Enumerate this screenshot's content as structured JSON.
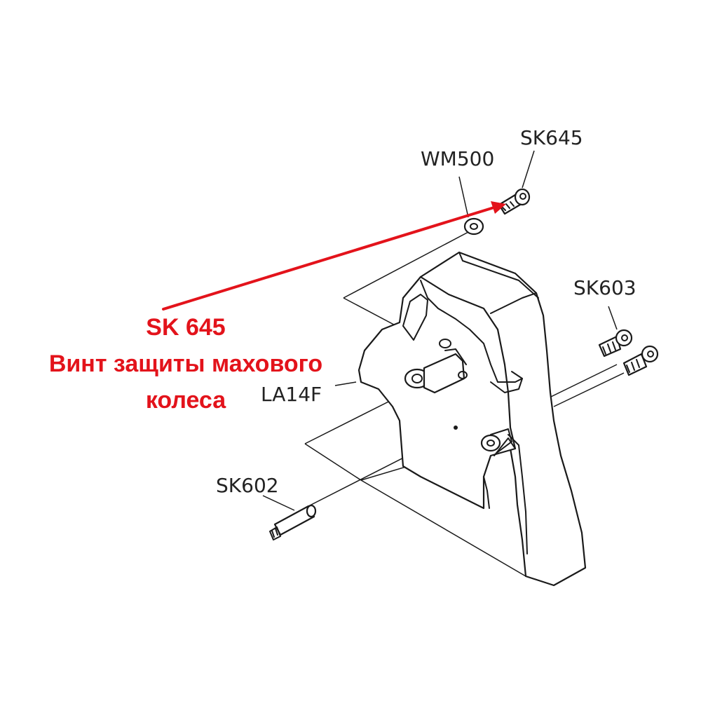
{
  "parts": {
    "wm500": "WM500",
    "sk645": "SK645",
    "sk603": "SK603",
    "la14f": "LA14F",
    "sk602": "SK602"
  },
  "callout": {
    "title": "SK 645",
    "line1": "Винт защиты махового",
    "line2": "колеса"
  },
  "colors": {
    "callout": "#e3131b",
    "arrow": "#e3131b",
    "line": "#1a1a1a"
  }
}
